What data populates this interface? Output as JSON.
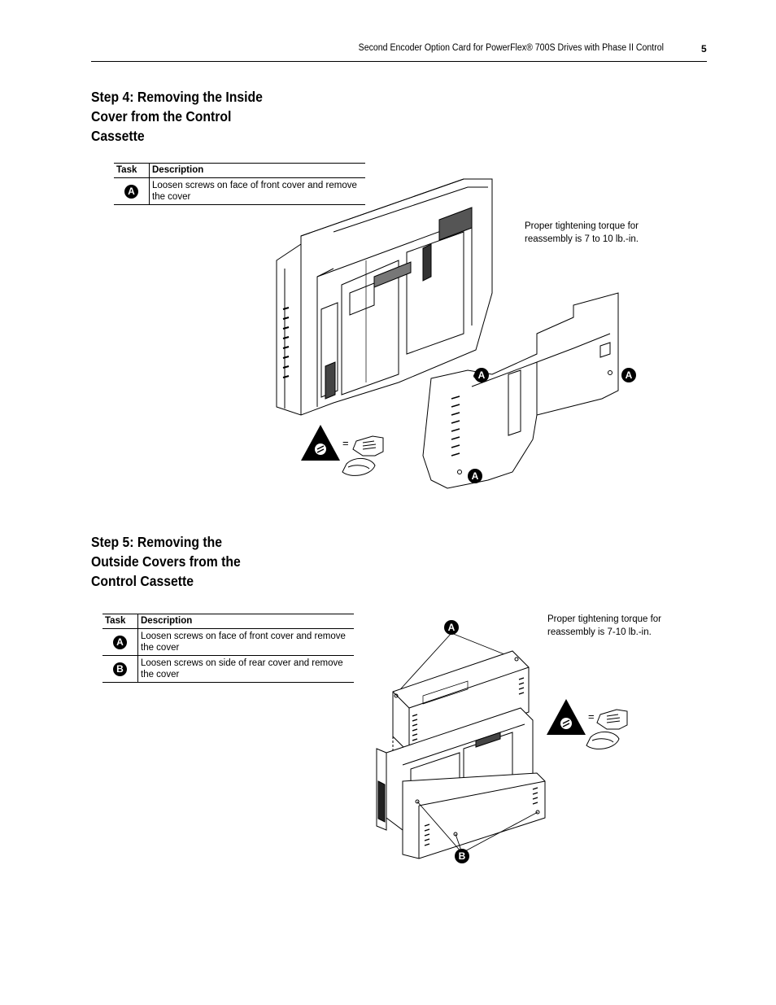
{
  "header": {
    "title": "Second Encoder Option Card for PowerFlex® 700S Drives with Phase II Control",
    "page_number": "5"
  },
  "step4": {
    "heading_lines": [
      "Step 4: Removing the Inside",
      "Cover from the Control",
      "Cassette"
    ],
    "table": {
      "col_task": "Task",
      "col_description": "Description",
      "rows": [
        {
          "badge": "A",
          "description_lines": [
            "Loosen screws on face of front cover and remove",
            "the cover"
          ]
        }
      ]
    },
    "torque_note_lines": [
      "Proper tightening torque for",
      "reassembly is 7 to 10 lb.-in."
    ],
    "callouts": [
      "A",
      "A",
      "A"
    ],
    "esd_equals": "="
  },
  "step5": {
    "heading_lines": [
      "Step 5: Removing the",
      "Outside Covers from the",
      "Control Cassette"
    ],
    "table": {
      "col_task": "Task",
      "col_description": "Description",
      "rows": [
        {
          "badge": "A",
          "description_lines": [
            "Loosen screws on face of front cover and remove",
            "the cover"
          ]
        },
        {
          "badge": "B",
          "description_lines": [
            "Loosen screws on side of rear cover and remove",
            "the cover"
          ]
        }
      ]
    },
    "torque_note_lines": [
      "Proper tightening torque for",
      "reassembly is 7-10 lb.-in."
    ],
    "callouts": [
      "A",
      "B"
    ],
    "esd_equals": "="
  }
}
